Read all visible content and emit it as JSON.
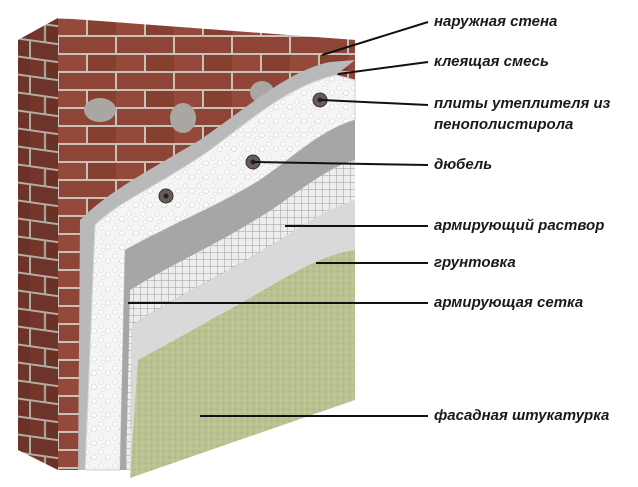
{
  "labels": {
    "outer_wall": "наружная стена",
    "adhesive": "клеящая смесь",
    "insulation_line1": "плиты утеплителя из",
    "insulation_line2": "пенополистирола",
    "dowel": "дюбель",
    "reinforcing_mortar": "армирующий раствор",
    "primer": "грунтовка",
    "reinforcing_mesh": "армирующая сетка",
    "facade_plaster": "фасадная штукатурка"
  },
  "colors": {
    "brick": "#8e4538",
    "mortar_joint": "#c9c2bb",
    "adhesive": "#b9b9b9",
    "insulation": "#f4f4f4",
    "mortar_layer": "#a9a9a9",
    "mesh": "#e2e2e2",
    "primer": "#dcdcdc",
    "plaster": "#b7c08e",
    "leader_line": "#111111"
  }
}
